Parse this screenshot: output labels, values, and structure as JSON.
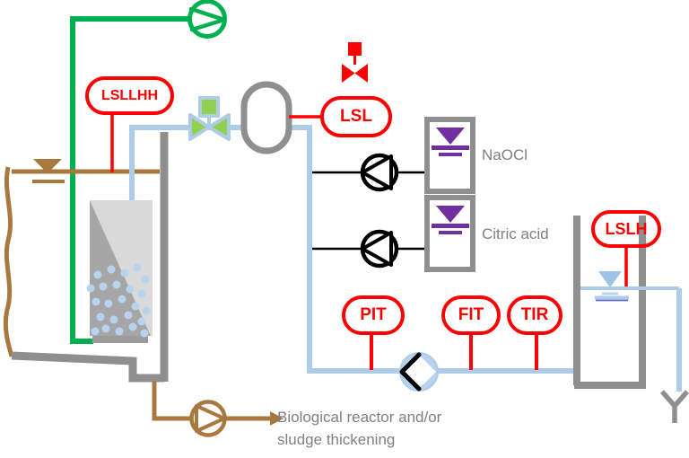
{
  "instruments": {
    "lsllhh": "LSLLHH",
    "lsl": "LSL",
    "pit": "PIT",
    "fit": "FIT",
    "tir": "TIR",
    "lslh": "LSLH"
  },
  "chemical_tanks": [
    {
      "label": "NaOCl"
    },
    {
      "label": "Citric acid"
    }
  ],
  "outflow": {
    "line1": "Biological reactor and/or",
    "line2": "sludge thickening"
  },
  "colors": {
    "red": "#FF0000",
    "green": "#00B050",
    "valve-green": "#92D050",
    "pipe": "#AECBE8",
    "level": "#9DC3E6",
    "bubble": "#B7D3F0",
    "brown": "#A8793F",
    "structure": "#8F8F8F",
    "membrane-light": "#D9D9D9",
    "membrane-dark": "#A6A6A6",
    "purple": "#7030A0",
    "text": "#808080",
    "ink": "#000000"
  }
}
